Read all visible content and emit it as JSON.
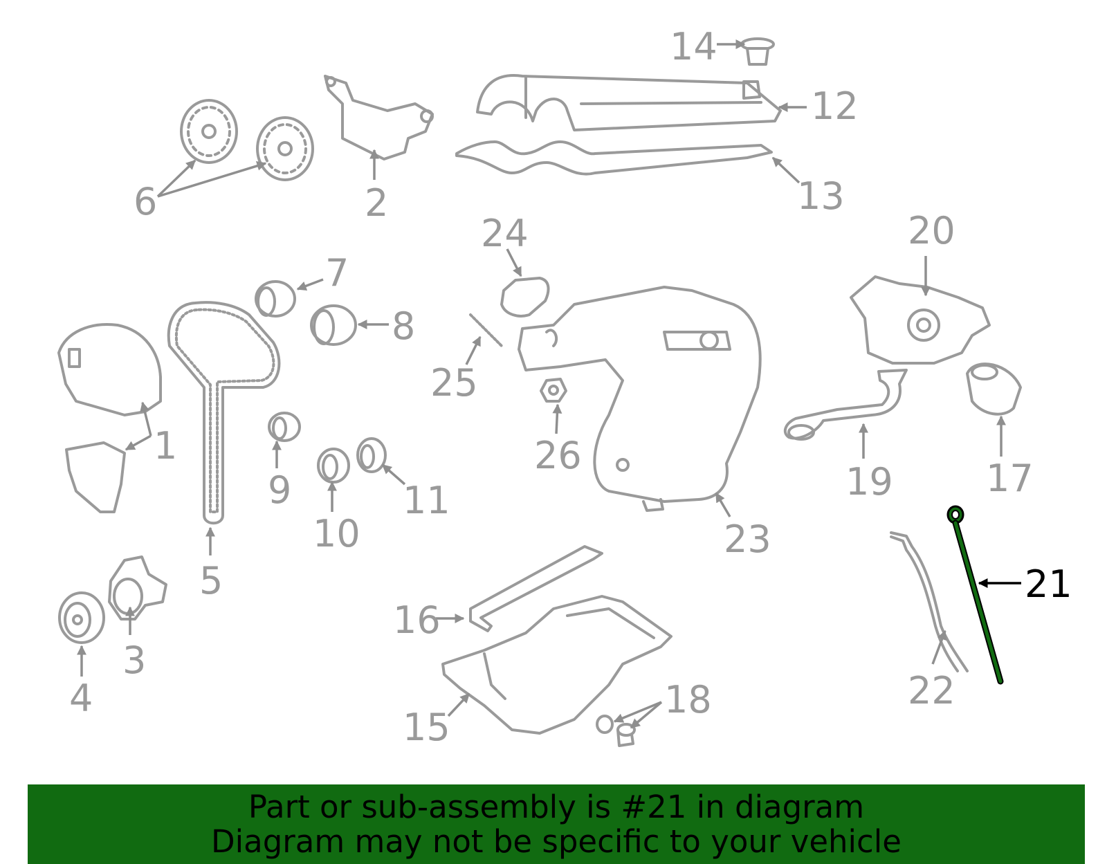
{
  "callouts": {
    "c1": "1",
    "c2": "2",
    "c3": "3",
    "c4": "4",
    "c5": "5",
    "c6": "6",
    "c7": "7",
    "c8": "8",
    "c9": "9",
    "c10": "10",
    "c11": "11",
    "c12": "12",
    "c13": "13",
    "c14": "14",
    "c15": "15",
    "c16": "16",
    "c17": "17",
    "c18": "18",
    "c19": "19",
    "c20": "20",
    "c21": "21",
    "c22": "22",
    "c23": "23",
    "c24": "24",
    "c25": "25",
    "c26": "26"
  },
  "highlighted_part": "21",
  "colors": {
    "part_outline": "#9a9a9a",
    "highlight_part": "#116b11",
    "banner_bg": "#116b11",
    "banner_text": "#000000"
  },
  "banner": {
    "line1": "Part or sub-assembly is #21 in diagram",
    "line2": "Diagram may not be specific to your vehicle"
  }
}
